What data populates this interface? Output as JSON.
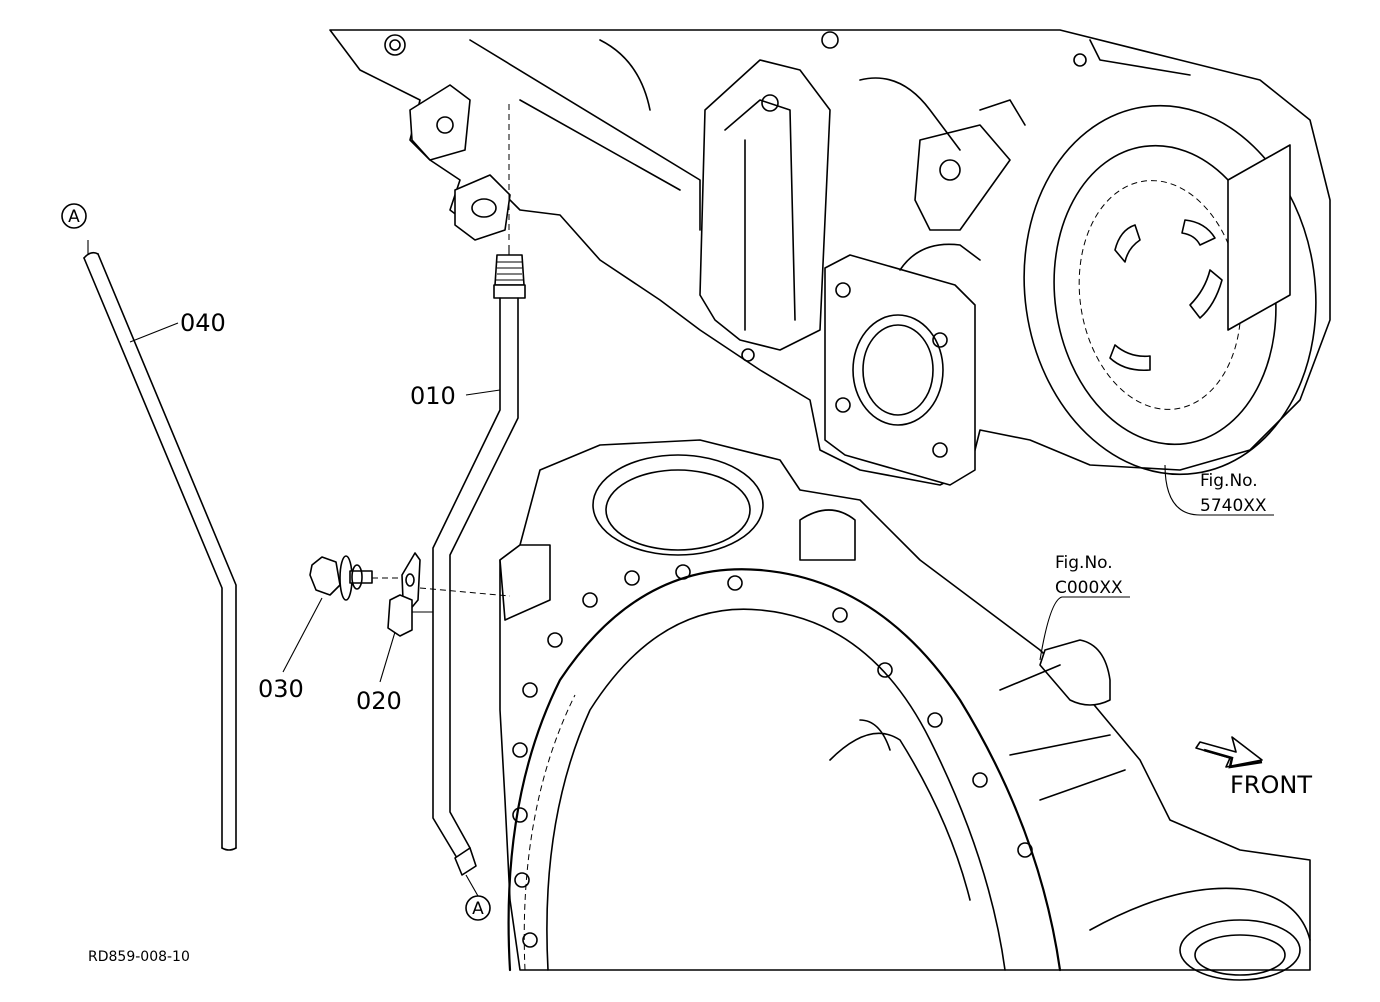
{
  "parts": {
    "p010": "010",
    "p020": "020",
    "p030": "030",
    "p040": "040"
  },
  "markers": {
    "a_top": "A",
    "a_bottom": "A"
  },
  "figure_refs": {
    "upper_caption": "Fig.No.",
    "upper_number": "5740XX",
    "lower_caption": "Fig.No.",
    "lower_number": "C000XX"
  },
  "direction": {
    "label": "FRONT"
  },
  "drawing_code": "RD859-008-10"
}
